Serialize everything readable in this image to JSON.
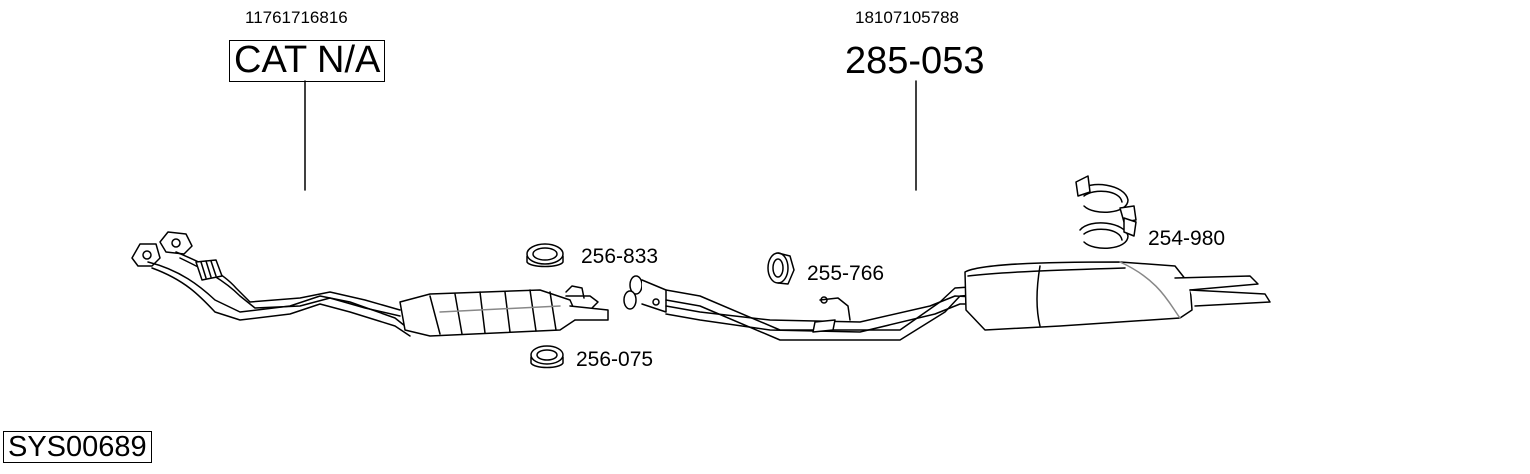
{
  "diagram": {
    "system_code": "SYS00689",
    "assemblies": [
      {
        "oem_number": "11761716816",
        "title": "CAT N/A",
        "boxed": true
      },
      {
        "oem_number": "18107105788",
        "title": "285-053",
        "boxed": false
      }
    ],
    "parts": [
      {
        "number": "256-833",
        "icon": "gasket-ring-icon"
      },
      {
        "number": "256-075",
        "icon": "gasket-ring-icon"
      },
      {
        "number": "255-766",
        "icon": "rubber-hanger-icon"
      },
      {
        "number": "254-980",
        "icon": "pipe-clamp-icon"
      }
    ],
    "colors": {
      "line": "#000000",
      "part_fill": "#ffffff",
      "shade": "#d9d9d9"
    }
  }
}
